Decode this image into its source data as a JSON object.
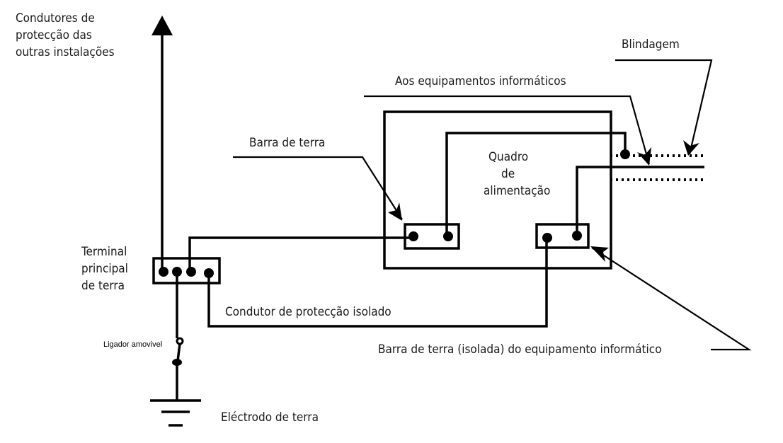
{
  "labels": {
    "other_installations": [
      "Condutores de",
      "protecção das",
      "outras instalações"
    ],
    "main_terminal": [
      "Terminal",
      "principal",
      "de terra"
    ],
    "removable_link": "Ligador amovivel",
    "earth_electrode": "Eléctrodo de terra",
    "insulated_conductor": "Condutor de protecção isolado",
    "earth_bar": "Barra de terra",
    "it_equipment": "Aos equipamentos informáticos",
    "shield": "Blindagem",
    "switchboard": [
      "Quadro",
      "de",
      "alimentação"
    ],
    "isolated_earth_bar": "Barra de terra (isolada) do equipamento informático"
  }
}
